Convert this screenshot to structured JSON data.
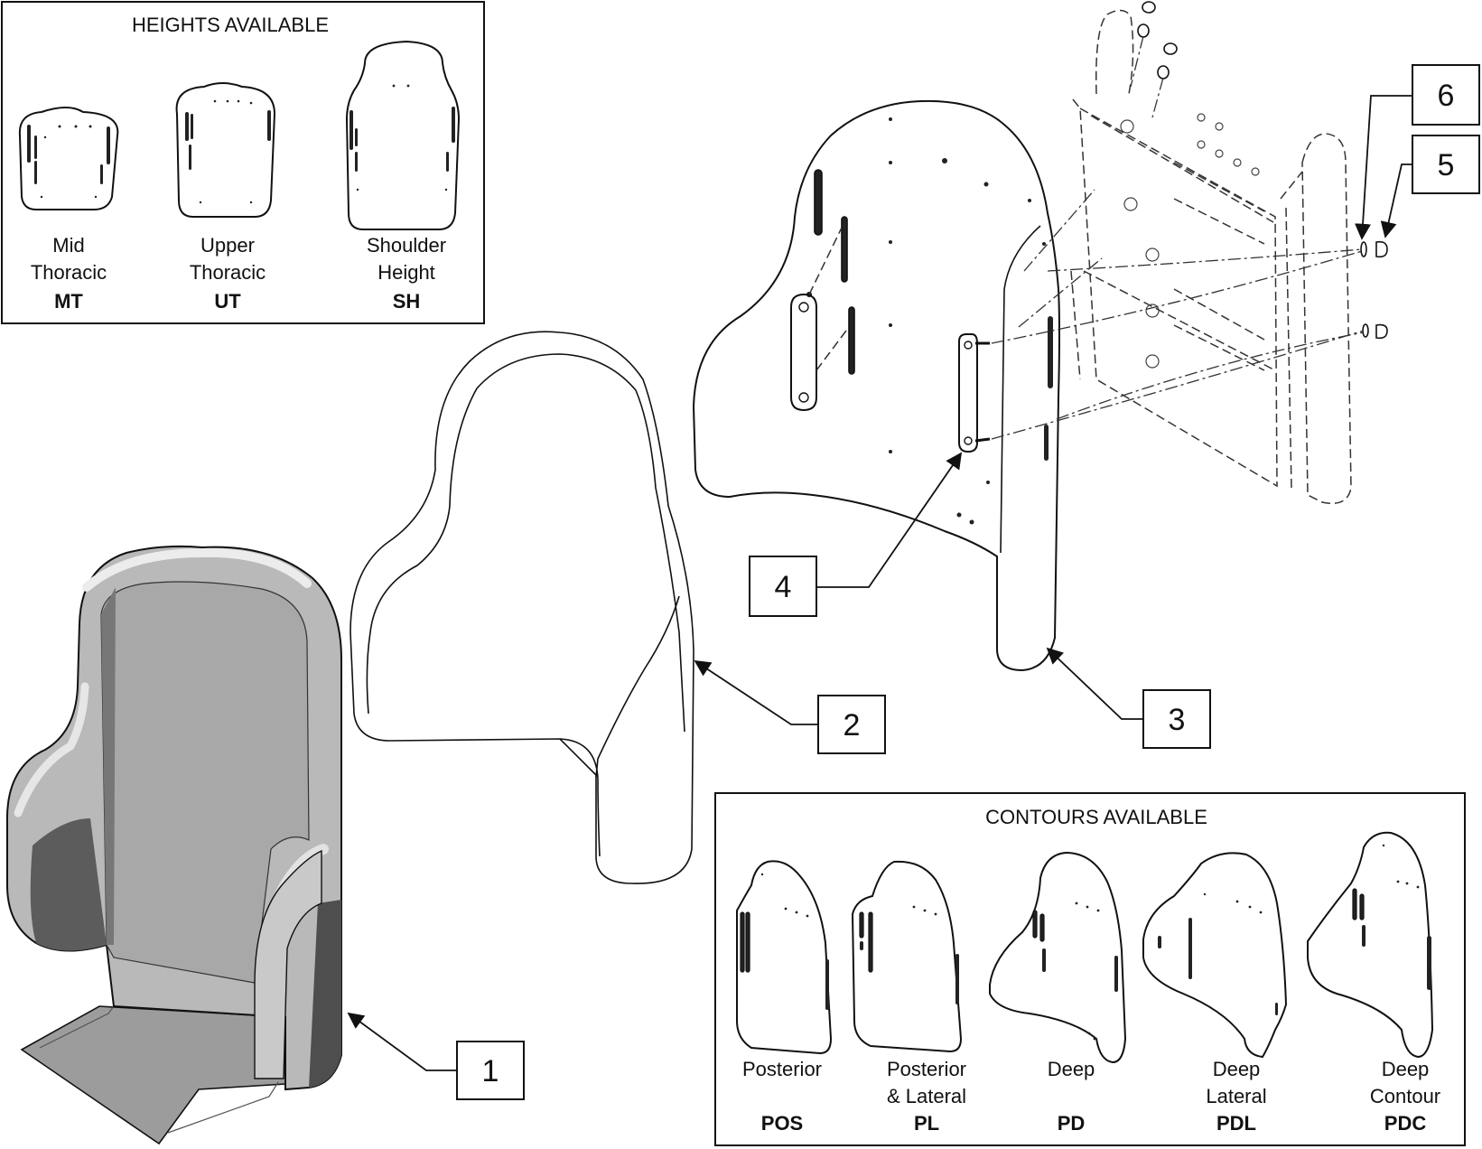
{
  "heights_panel": {
    "title": "HEIGHTS AVAILABLE",
    "items": [
      {
        "line1": "Mid",
        "line2": "Thoracic",
        "code": "MT"
      },
      {
        "line1": "Upper",
        "line2": "Thoracic",
        "code": "UT"
      },
      {
        "line1": "Shoulder",
        "line2": "Height",
        "code": "SH"
      }
    ]
  },
  "contours_panel": {
    "title": "CONTOURS AVAILABLE",
    "items": [
      {
        "line1": "Posterior",
        "line2": "",
        "code": "POS"
      },
      {
        "line1": "Posterior",
        "line2": "& Lateral",
        "code": "PL"
      },
      {
        "line1": "Deep",
        "line2": "",
        "code": "PD"
      },
      {
        "line1": "Deep",
        "line2": "Lateral",
        "code": "PDL"
      },
      {
        "line1": "Deep",
        "line2": "Contour",
        "code": "PDC"
      }
    ]
  },
  "callouts": {
    "c1": "1",
    "c2": "2",
    "c3": "3",
    "c4": "4",
    "c5": "5",
    "c6": "6"
  }
}
